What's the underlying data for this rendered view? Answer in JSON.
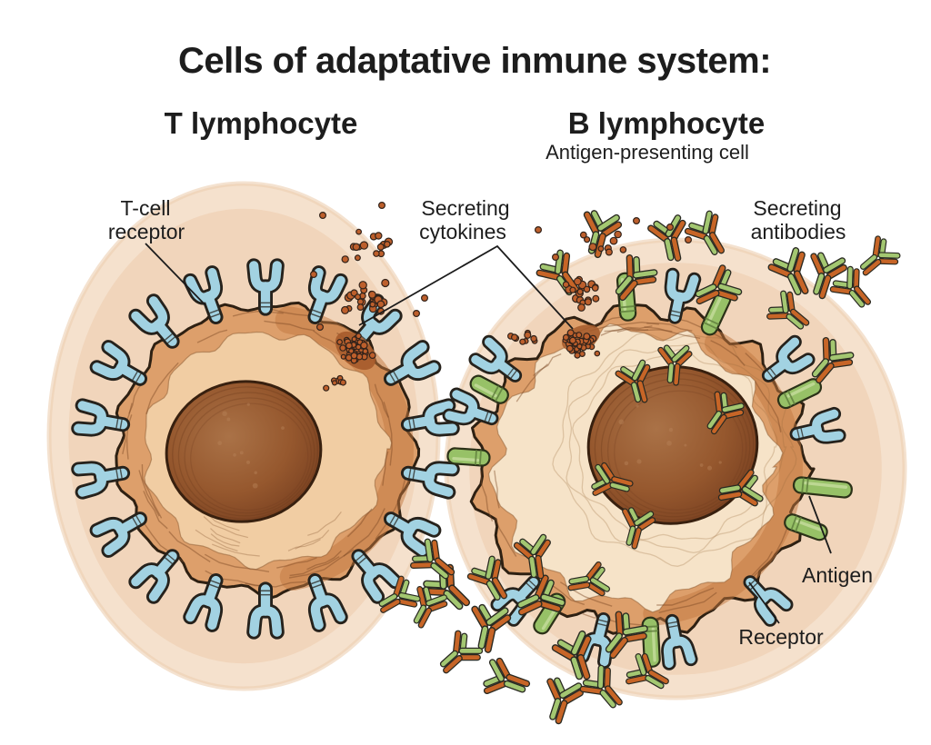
{
  "title": "Cells of adaptative inmune system:",
  "cells": {
    "t_lymphocyte": {
      "heading": "T lymphocyte"
    },
    "b_lymphocyte": {
      "heading": "B lymphocyte",
      "subtitle": "Antigen-presenting cell"
    }
  },
  "annotations": {
    "t_cell_receptor": {
      "line1": "T-cell",
      "line2": "receptor"
    },
    "secreting_cytokines": {
      "line1": "Secreting",
      "line2": "cytokines"
    },
    "secreting_antibodies": {
      "line1": "Secreting",
      "line2": "antibodies"
    },
    "antigen": {
      "label": "Antigen"
    },
    "receptor": {
      "label": "Receptor"
    }
  },
  "icons": {
    "t_receptor": "y-receptor-icon",
    "b_receptor": "y-receptor-icon",
    "antigen_rod": "antigen-rod-icon",
    "antibody": "antibody-icon",
    "cytokine": "cytokine-dot-icon"
  },
  "colors": {
    "background": "#ffffff",
    "text": "#1d1d1d",
    "halo": "#f5e1cd",
    "halo_edge": "#eccfb0",
    "membrane": "#dd9f6b",
    "membrane_dark": "#c1773f",
    "membrane_streak": "#7c4a26",
    "membrane_outline": "#2e2012",
    "t_cytoplasm": "#f1cda3",
    "b_inner": "#f6e3c8",
    "nucleus_light": "#aa7247",
    "nucleus_mid": "#96582e",
    "nucleus_dark": "#7c4322",
    "nucleus_outline": "#38200f",
    "receptor_fill": "#a2d2e2",
    "receptor_outline": "#26221c",
    "antigen_fill": "#97c167",
    "antigen_outline": "#2b3118",
    "antibody_orange": "#c76527",
    "antibody_green": "#a3c771",
    "antibody_outline": "#2a2a22",
    "cytokine_fill": "#bd5f2c",
    "cytokine_outline": "#33231a",
    "secretion_blob": "#a55a2b",
    "leader": "#1c1c1c"
  }
}
